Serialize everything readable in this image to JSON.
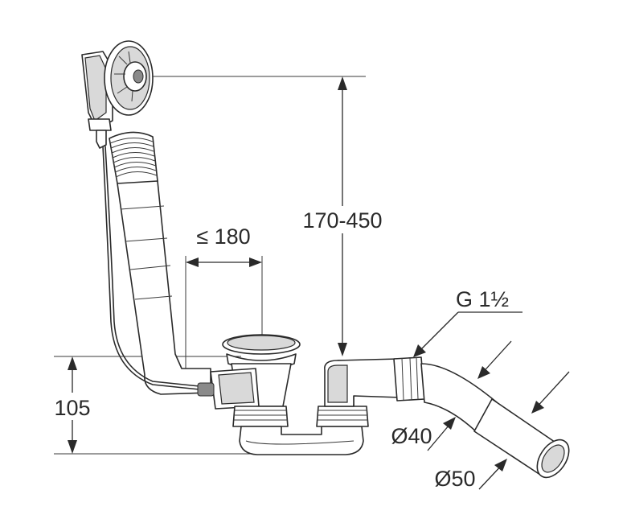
{
  "dimensions": {
    "horizontal_offset": "≤ 180",
    "overflow_height": "170-450",
    "drain_height": "105",
    "thread": "G 1½",
    "diameter_small": "Ø40",
    "diameter_large": "Ø50"
  },
  "colors": {
    "line": "#2a2a2a",
    "fill": "#ffffff",
    "shade": "#d9d9d9"
  }
}
